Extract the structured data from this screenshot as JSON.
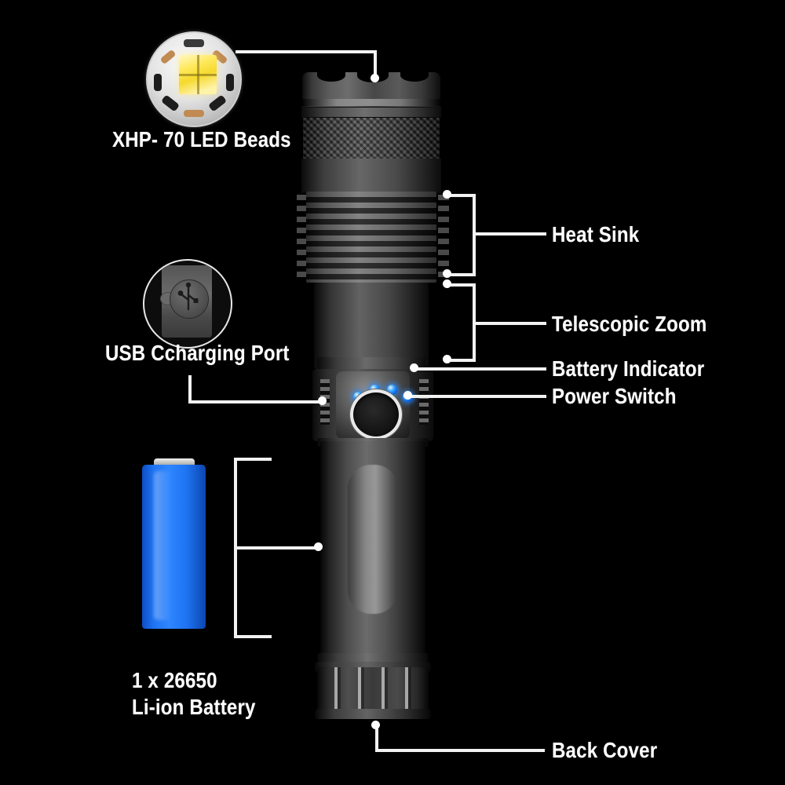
{
  "product": {
    "type": "flashlight-infographic",
    "background_color": "#000000",
    "text_color": "#ffffff",
    "accent_colors": {
      "battery_blue": "#1f73f2",
      "indicator_blue": "#2f9bff",
      "led_yellow": "#ffe95c",
      "metal_grey": "#4e4e4e",
      "leader_line": "#f2f2f2"
    }
  },
  "callouts": [
    {
      "id": "led-beads",
      "label": "XHP- 70 LED Beads",
      "side": "left",
      "has_inset": true,
      "inset": "led-module"
    },
    {
      "id": "usb-port",
      "label": "USB Ccharging Port",
      "side": "left",
      "has_inset": true,
      "inset": "usb-port"
    },
    {
      "id": "battery",
      "label_line1": "1 x 26650",
      "label_line2": "Li-ion Battery",
      "side": "left",
      "has_inset": true,
      "inset": "battery-cell"
    },
    {
      "id": "heat-sink",
      "label": "Heat Sink",
      "side": "right",
      "bracket": true
    },
    {
      "id": "telescopic-zoom",
      "label": "Telescopic Zoom",
      "side": "right",
      "bracket": true
    },
    {
      "id": "battery-indicator",
      "label": "Battery Indicator",
      "side": "right",
      "bracket": false
    },
    {
      "id": "power-switch",
      "label": "Power Switch",
      "side": "right",
      "bracket": false
    },
    {
      "id": "back-cover",
      "label": "Back Cover",
      "side": "bottom",
      "bracket": false
    }
  ],
  "labels": {
    "led_beads": "XHP- 70 LED Beads",
    "usb_port": "USB Ccharging Port",
    "battery_line1": "1 x 26650",
    "battery_line2": "Li-ion Battery",
    "heat_sink": "Heat Sink",
    "telescopic_zoom": "Telescopic Zoom",
    "battery_indicator": "Battery Indicator",
    "power_switch": "Power Switch",
    "back_cover": "Back Cover"
  },
  "insets": {
    "led_module": {
      "name": "led-module-closeup",
      "die_color": "#ffe95c",
      "pcb_color": "#e3e3e3",
      "pad_count": 8
    },
    "usb_port": {
      "name": "usb-port-closeup",
      "symbol": "usb-trident-icon"
    },
    "battery": {
      "name": "26650-cell",
      "color": "#1f73f2",
      "count": 1,
      "chemistry": "Li-ion"
    }
  },
  "device": {
    "indicator_led_count": 4,
    "indicator_state": "on",
    "parts": [
      "bezel",
      "knurled-band",
      "heat-sink-fins",
      "telescopic-sleeve",
      "switch-housing",
      "barrel",
      "tail-cap"
    ]
  }
}
